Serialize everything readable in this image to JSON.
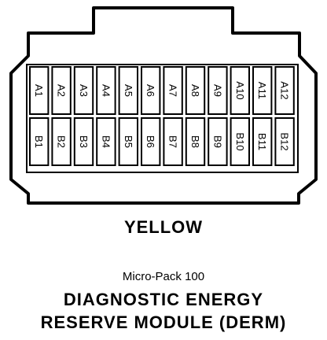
{
  "connector": {
    "row_a": [
      "A1",
      "A2",
      "A3",
      "A4",
      "A5",
      "A6",
      "A7",
      "A8",
      "A9",
      "A10",
      "A11",
      "A12"
    ],
    "row_b": [
      "B1",
      "B2",
      "B3",
      "B4",
      "B5",
      "B6",
      "B7",
      "B8",
      "B9",
      "B10",
      "B11",
      "B12"
    ],
    "color_label": "YELLOW"
  },
  "caption": {
    "subtitle": "Micro-Pack 100",
    "title_line1": "DIAGNOSTIC ENERGY",
    "title_line2": "RESERVE MODULE (DERM)"
  },
  "colors": {
    "line": "#000000",
    "background": "#ffffff"
  }
}
